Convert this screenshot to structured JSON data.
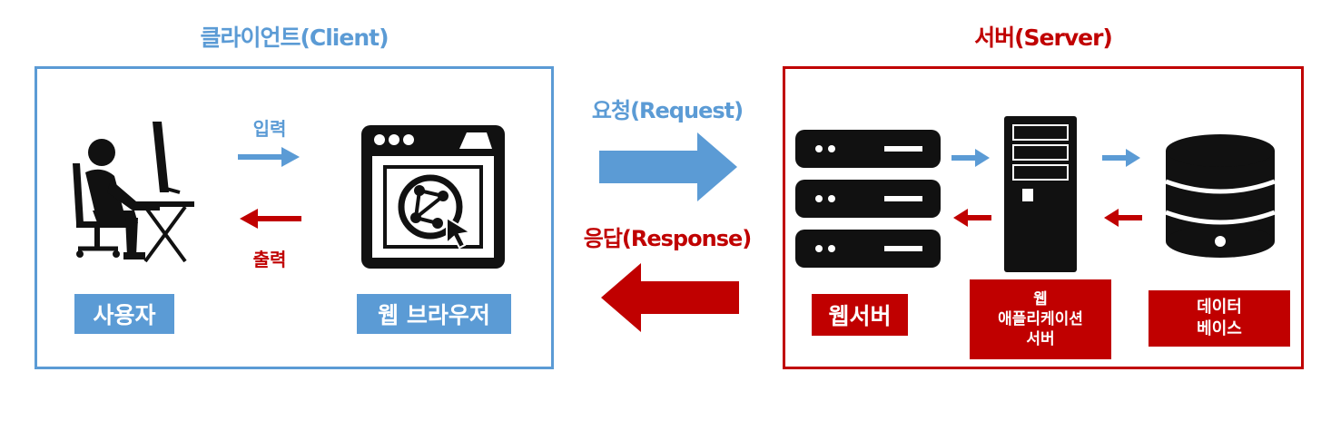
{
  "client": {
    "title": "클라이언트(Client)",
    "input_label": "입력",
    "output_label": "출력",
    "user_tag": "사용자",
    "browser_tag": "웹 브라우저"
  },
  "flow": {
    "request_label": "요청(Request)",
    "response_label": "응답(Response)"
  },
  "server": {
    "title": "서버(Server)",
    "web_server_tag": "웹서버",
    "was_tag_lines": [
      "웹",
      "애플리케이션",
      "서버"
    ],
    "db_tag_lines": [
      "데이터",
      "베이스"
    ]
  },
  "colors": {
    "blue": "#5b9bd5",
    "red": "#c00000",
    "icon": "#111111"
  },
  "icons": [
    "user-at-computer-icon",
    "web-browser-icon",
    "web-server-rack-icon",
    "application-server-tower-icon",
    "database-icon"
  ]
}
